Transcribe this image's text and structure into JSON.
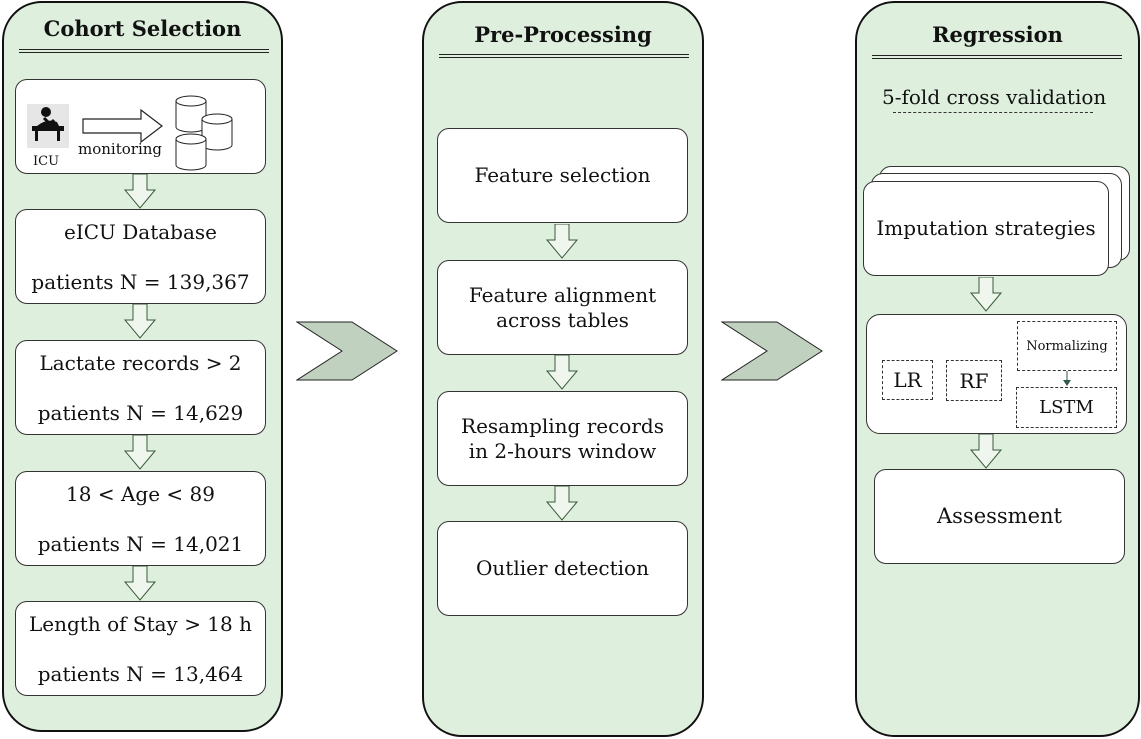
{
  "panels": {
    "cohort": {
      "title": "Cohort Selection",
      "icu_label": "ICU",
      "monitoring_label": "monitoring",
      "boxes": [
        {
          "line1": "eICU Database",
          "line2": "patients N = 139,367"
        },
        {
          "line1": "Lactate records > 2",
          "line2": "patients N = 14,629"
        },
        {
          "line1": "18 < Age < 89",
          "line2": "patients N = 14,021"
        },
        {
          "line1": "Length of Stay > 18 h",
          "line2": "patients N = 13,464"
        }
      ]
    },
    "preprocessing": {
      "title": "Pre-Processing",
      "boxes": [
        {
          "line1": "Feature selection",
          "line2": ""
        },
        {
          "line1": "Feature alignment",
          "line2": "across tables"
        },
        {
          "line1": "Resampling records",
          "line2": "in 2-hours window"
        },
        {
          "line1": "Outlier detection",
          "line2": ""
        }
      ]
    },
    "regression": {
      "title": "Regression",
      "cv_label": "5-fold cross validation",
      "imputation_label": "Imputation strategies",
      "models": {
        "lr": "LR",
        "rf": "RF",
        "normalizing": "Normalizing",
        "lstm": "LSTM"
      },
      "assessment_label": "Assessment"
    }
  },
  "colors": {
    "panel_fill": "#def0dd",
    "arrow_fill": "#c5d8c4",
    "big_arrow_fill": "#c0d2bf",
    "border": "#111111"
  }
}
